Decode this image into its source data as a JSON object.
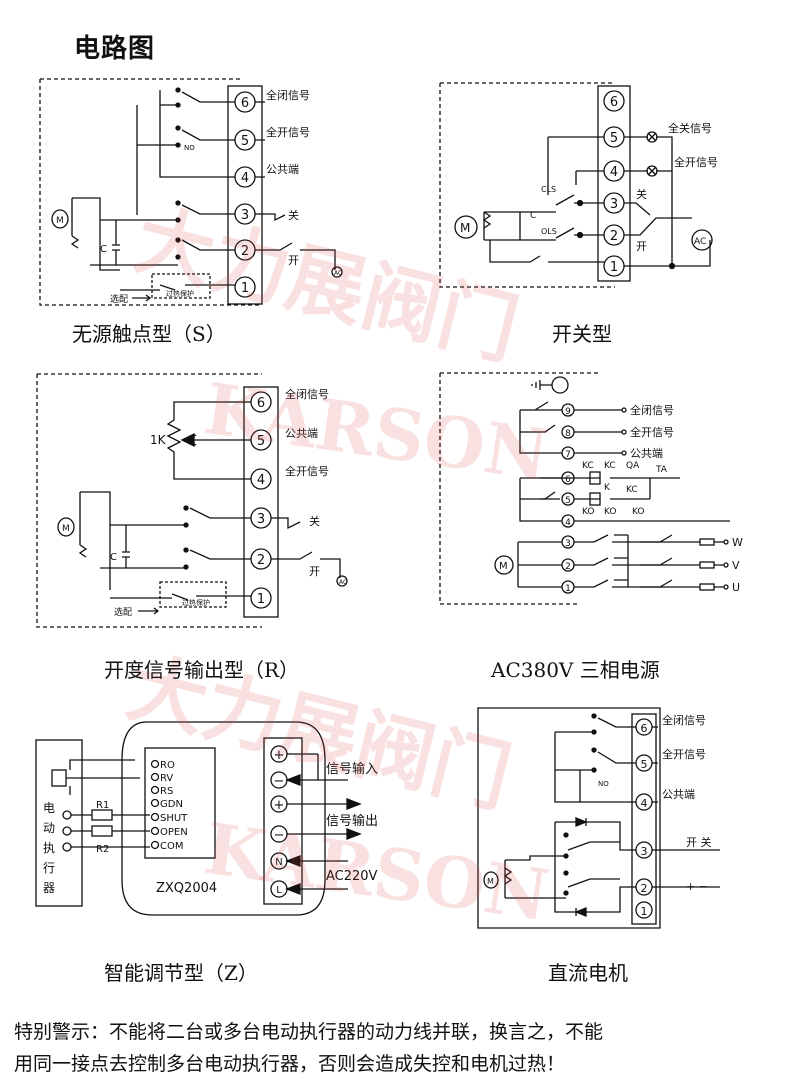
{
  "page": {
    "title": "电路图"
  },
  "watermark": {
    "text": "KARSON",
    "chinese": "大力展阀门",
    "color": "#dc4646"
  },
  "diagrams": {
    "s_type": {
      "caption": "无源触点型（S）",
      "terminals": [
        "6",
        "5",
        "4",
        "3",
        "2",
        "1"
      ],
      "labels": {
        "t6": "全闭信号",
        "t5": "全开信号",
        "t4": "公共端",
        "t3": "关",
        "t2": "开"
      },
      "motor": "M",
      "capacitor": "C",
      "no": "NO",
      "select": "选配",
      "thermal": "过热保护",
      "ac": "AC"
    },
    "switch_type": {
      "caption": "开关型",
      "terminals": [
        "6",
        "5",
        "4",
        "3",
        "2",
        "1"
      ],
      "labels": {
        "t5": "全关信号",
        "t4": "全开信号",
        "t3": "关",
        "t2": "开"
      },
      "motor": "M",
      "capacitor": "C",
      "cls": "CLS",
      "ols": "OLS",
      "ac": "AC"
    },
    "r_type": {
      "caption": "开度信号输出型（R）",
      "terminals": [
        "6",
        "5",
        "4",
        "3",
        "2",
        "1"
      ],
      "labels": {
        "t6": "全闭信号",
        "t5": "公共端",
        "t4": "全开信号",
        "t3": "关",
        "t2": "开"
      },
      "pot": "1K",
      "motor": "M",
      "capacitor": "C",
      "select": "选配",
      "thermal": "过热保护",
      "ac": "AC"
    },
    "ac380": {
      "caption": "AC380V 三相电源",
      "terminals": [
        "9",
        "8",
        "7",
        "6",
        "5",
        "4",
        "3",
        "2",
        "1"
      ],
      "labels": {
        "t9": "全闭信号",
        "t8": "全开信号",
        "t7": "公共端"
      },
      "kc": "KC",
      "ko": "KO",
      "k": "K",
      "qa": "QA",
      "ta": "TA",
      "phases": [
        "W",
        "V",
        "U"
      ],
      "motor": "M"
    },
    "z_type": {
      "caption": "智能调节型（Z）",
      "actuator_label": "电动执行器",
      "r1": "R1",
      "r2": "R2",
      "pins": [
        "RO",
        "RV",
        "RS",
        "GDN",
        "SHUT",
        "OPEN",
        "COM"
      ],
      "controller": "ZXQ2004",
      "signal_in": "信号输入",
      "signal_out": "信号输出",
      "power": "AC220V",
      "symbols": [
        "+",
        "−",
        "+",
        "−",
        "N",
        "L"
      ]
    },
    "dc_motor": {
      "caption": "直流电机",
      "terminals": [
        "6",
        "5",
        "4",
        "3",
        "2",
        "1"
      ],
      "labels": {
        "t6": "全闭信号",
        "t5": "全开信号",
        "t4": "公共端",
        "t3": "开  关",
        "t2": "+  −"
      },
      "motor": "M",
      "no": "NO"
    }
  },
  "warning": {
    "line1": "特别警示：不能将二台或多台电动执行器的动力线并联，换言之，不能",
    "line2": "用同一接点去控制多台电动执行器，否则会造成失控和电机过热！"
  }
}
